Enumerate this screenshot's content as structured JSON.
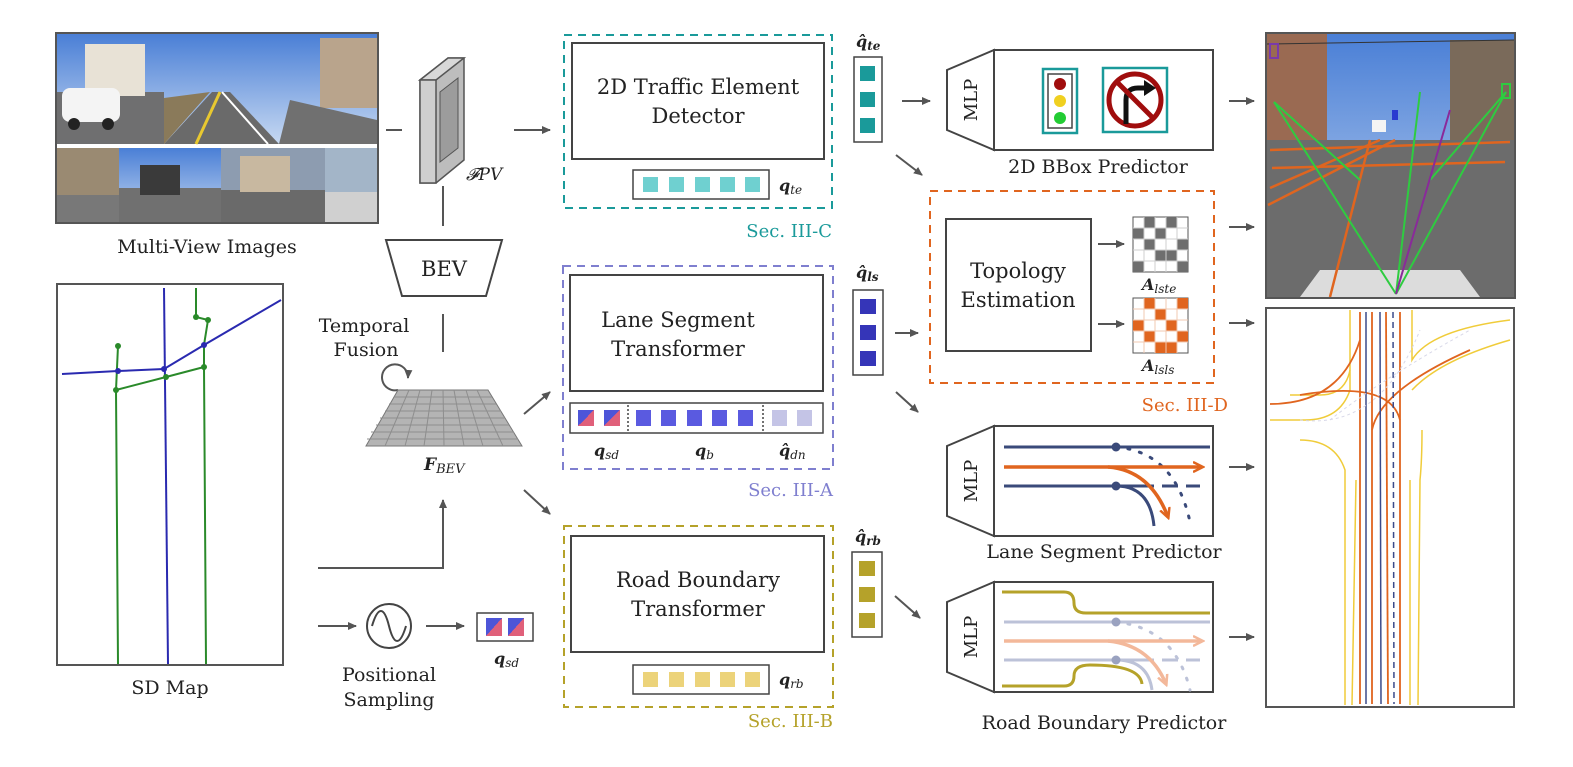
{
  "colors": {
    "teal": "#1a9a9a",
    "teal_light": "#6fd0d0",
    "blue": "#3535b8",
    "purple_dash": "#7f7fcf",
    "orange": "#e0651f",
    "olive": "#b5a22a",
    "gold_light": "#ecd37a",
    "arrow": "#555555",
    "box": "#444444"
  },
  "inputs": {
    "multiview_label": "Multi-View Images",
    "sdmap_label": "SD Map"
  },
  "backbone": {
    "fpv_label": "𝓕PV",
    "bev_label": "BEV",
    "temporal_label_1": "Temporal",
    "temporal_label_2": "Fusion",
    "fbev_label": "F",
    "fbev_sub": "BEV",
    "positional_label_1": "Positional",
    "positional_label_2": "Sampling",
    "qsd_label": "q",
    "qsd_sub": "sd"
  },
  "modules": {
    "te": {
      "title_1": "2D Traffic Element",
      "title_2": "Detector",
      "query_label": "q",
      "query_sub": "te",
      "section": "Sec. III-C",
      "out_label": "q̂",
      "out_sub": "te"
    },
    "ls": {
      "title_1": "Lane Segment",
      "title_2": "Transformer",
      "q_sd": "q",
      "q_sd_sub": "sd",
      "q_b": "q",
      "q_b_sub": "b",
      "q_dn": "q̂",
      "q_dn_sub": "dn",
      "section": "Sec. III-A",
      "out_label": "q̂",
      "out_sub": "ls"
    },
    "rb": {
      "title_1": "Road Boundary",
      "title_2": "Transformer",
      "query_label": "q",
      "query_sub": "rb",
      "section": "Sec. III-B",
      "out_label": "q̂",
      "out_sub": "rb"
    },
    "topo": {
      "title_1": "Topology",
      "title_2": "Estimation",
      "a_lste": "A",
      "a_lste_sub": "lste",
      "a_lsls": "A",
      "a_lsls_sub": "lsls",
      "section": "Sec. III-D"
    }
  },
  "predictors": {
    "mlp_label": "MLP",
    "bbox": "2D BBox Predictor",
    "lane": "Lane Segment Predictor",
    "road": "Road Boundary Predictor"
  }
}
